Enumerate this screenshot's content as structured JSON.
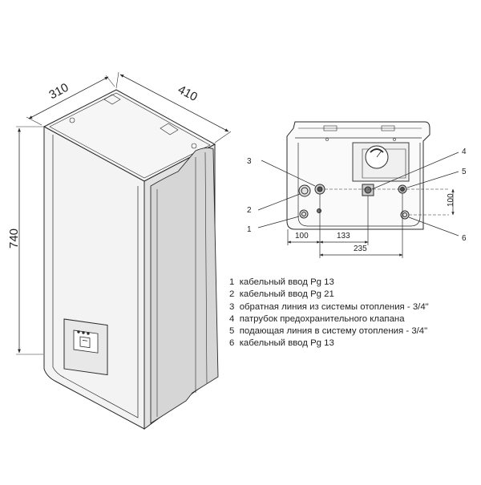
{
  "iso_view": {
    "dim_depth": "310",
    "dim_width": "410",
    "dim_height": "740"
  },
  "bottom_view": {
    "callouts": [
      "1",
      "2",
      "3",
      "4",
      "5",
      "6"
    ],
    "dim_100_left": "100",
    "dim_133": "133",
    "dim_235": "235",
    "dim_100_right": "100"
  },
  "legend": [
    {
      "num": "1",
      "text": "кабельный ввод Pg 13"
    },
    {
      "num": "2",
      "text": "кабельный ввод Pg 21"
    },
    {
      "num": "3",
      "text": "обратная  линия  из  системы отопления - 3/4\""
    },
    {
      "num": "4",
      "text": "патрубок предохранительного клапана"
    },
    {
      "num": "5",
      "text": "подающая  линия  в  систему отопления - 3/4\""
    },
    {
      "num": "6",
      "text": "кабельный ввод Pg 13"
    }
  ],
  "colors": {
    "line": "#2a2a2a",
    "fill_light": "#f4f4f4",
    "fill_mid": "#d9d9d9"
  }
}
